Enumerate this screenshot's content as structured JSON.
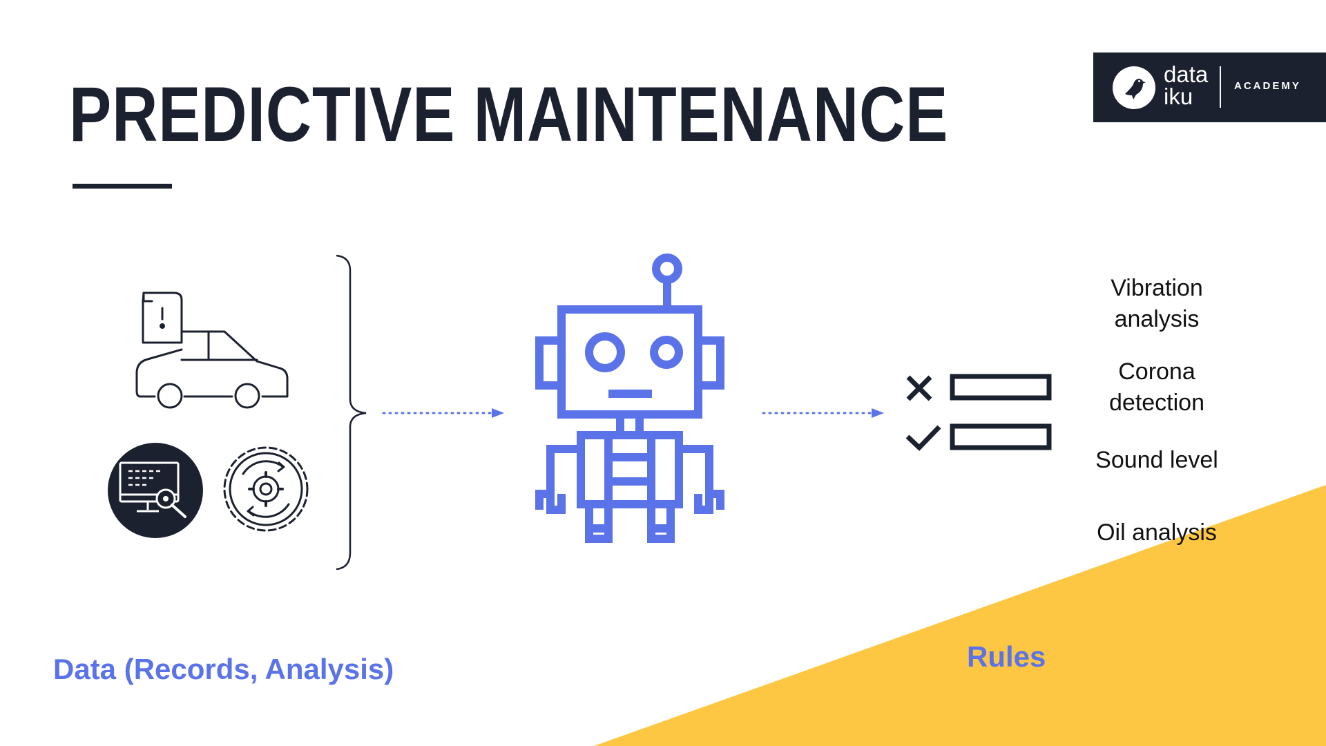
{
  "title": "PREDICTIVE MAINTENANCE",
  "logo": {
    "word_line1": "data",
    "word_line2": "iku",
    "tagline": "ACADEMY"
  },
  "icons": {
    "car": "car-with-alert-document-icon",
    "monitor": "monitor-debug-icon",
    "gear": "gear-cycle-icon",
    "brace": "curly-brace",
    "robot": "robot-icon",
    "rules": "rules-checklist-icon",
    "cross": "cross-icon",
    "check": "check-icon",
    "arrow": "dotted-arrow-icon"
  },
  "rules_list": [
    "Vibration\nanalysis",
    "Corona\ndetection",
    "Sound level",
    "Oil analysis"
  ],
  "captions": {
    "data": "Data (Records, Analysis)",
    "rules": "Rules"
  },
  "colors": {
    "navy": "#1c2130",
    "accent_blue": "#5b73e8",
    "yellow": "#fdc743",
    "white": "#ffffff"
  }
}
